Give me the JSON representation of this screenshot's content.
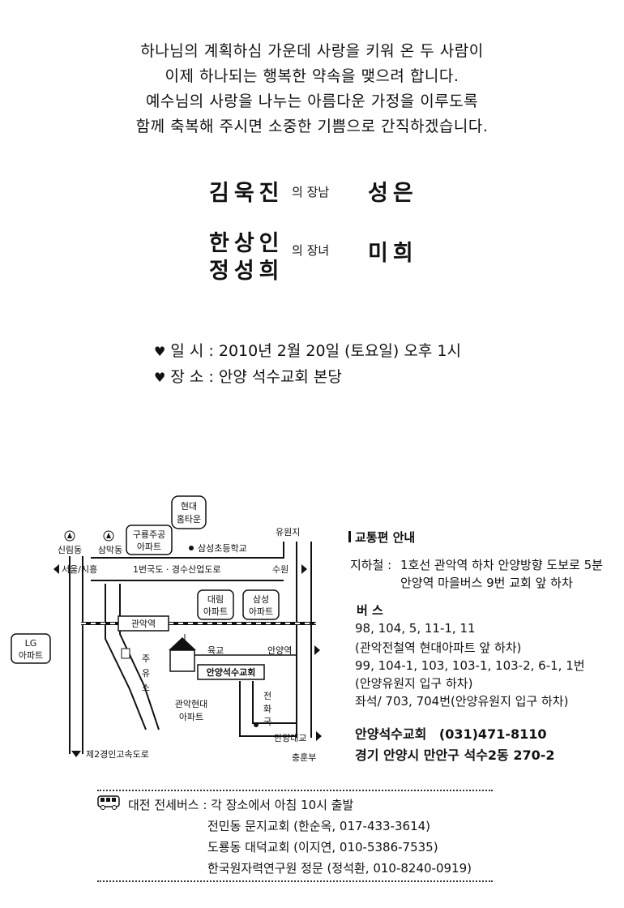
{
  "intro": [
    "하나님의 계획하심 가운데 사랑을 키워 온 두 사람이",
    "이제 하나되는 행복한 약속을 맺으려 합니다.",
    "예수님의 사랑을 나누는 아름다운 가정을 이루도록",
    "함께 축복해 주시면 소중한 기쁨으로 간직하겠습니다."
  ],
  "groom": {
    "father": "김욱진",
    "relation": "의 장남",
    "name": "성은"
  },
  "bride": {
    "father": "한상인",
    "mother": "정성희",
    "relation": "의 장녀",
    "name": "미희"
  },
  "event": {
    "date_label": "일 시",
    "date_value": "2010년 2월 20일 (토요일) 오후 1시",
    "place_label": "장 소",
    "place_value": "안양 석수교회 본당",
    "bullet": "♥"
  },
  "map": {
    "hyundai_hometown": [
      "현대",
      "홈타운"
    ],
    "guryong_apt": [
      "구룡주공",
      "아파트"
    ],
    "yuwonji": "유원지",
    "sillimdong": "신림동",
    "sammakdong": "삼막동",
    "samseong_school": "삼성초등학교",
    "seoul_siheung": "서울/시흥",
    "route1": "1번국도 · 경수산업도로",
    "suwon": "수원",
    "daerim_apt": [
      "대림",
      "아파트"
    ],
    "samsung_apt": [
      "삼성",
      "아파트"
    ],
    "gwanak_station": "관악역",
    "lg_apt": [
      "LG",
      "아파트"
    ],
    "yukgyo": "육교",
    "anyang_station": "안양역",
    "gas_station": [
      "주",
      "유",
      "소"
    ],
    "church": "안양석수교회",
    "gwanak_hyundai_apt": [
      "관악현대",
      "아파트"
    ],
    "telephone_office": [
      "전",
      "화",
      "국"
    ],
    "anyang_bridge": "안양대교",
    "expressway": "제2경인고속도로",
    "chunghunbu": "충훈부"
  },
  "transport": {
    "heading": "교통편 안내",
    "subway_label": "지하철 :",
    "subway_lines": [
      "1호선 관악역 하차 안양방향 도보로 5분",
      "안양역 마을버스 9번 교회 앞 하차"
    ],
    "bus_label": "버 스",
    "bus_lines": [
      "98, 104, 5, 11-1, 11",
      "(관악전철역 현대아파트 앞 하차)",
      "99, 104-1, 103, 103-1, 103-2, 6-1, 1번",
      "(안양유원지 입구 하차)",
      "좌석/ 703, 704번(안양유원지 입구 하차)"
    ],
    "church_name": "안양석수교회",
    "church_phone": "(031)471-8110",
    "church_address": "경기 안양시 만안구 석수2동 270-2"
  },
  "charter_bus": {
    "title": "대전 전세버스 : 각 장소에서 아침 10시 출발",
    "stops": [
      "전민동 문지교회 (한순옥, 017-433-3614)",
      "도룡동 대덕교회 (이지연, 010-5386-7535)",
      "한국원자력연구원 정문 (정석환, 010-8240-0919)"
    ]
  }
}
